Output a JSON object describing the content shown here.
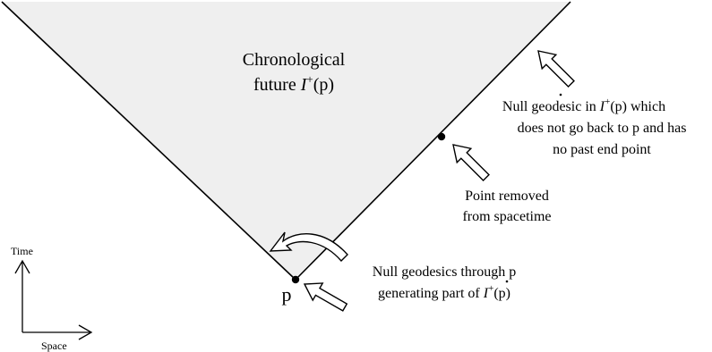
{
  "cone": {
    "title_line1": "Chronological",
    "title_line2_prefix": "future ",
    "title_symbol": "I",
    "title_sup": "+",
    "title_arg": "(p)"
  },
  "point_p": {
    "label": "p"
  },
  "annotations": {
    "null_geodesic": {
      "line1_prefix": "Null geodesic in ",
      "symbol": "I",
      "sup": "+",
      "line1_suffix": "(p) which",
      "line2": "does not go back to p and has",
      "line3": "no past end point"
    },
    "removed_point": {
      "line1": "Point removed",
      "line2": "from spacetime"
    },
    "generators": {
      "line1": "Null geodesics through p",
      "line2_prefix": "generating part of ",
      "symbol": "I",
      "sup": "+",
      "line2_suffix": "(p)"
    }
  },
  "axes": {
    "time_label": "Time",
    "space_label": "Space"
  },
  "colors": {
    "cone_fill": "#efefef",
    "stroke": "#000000",
    "background": "#ffffff"
  }
}
